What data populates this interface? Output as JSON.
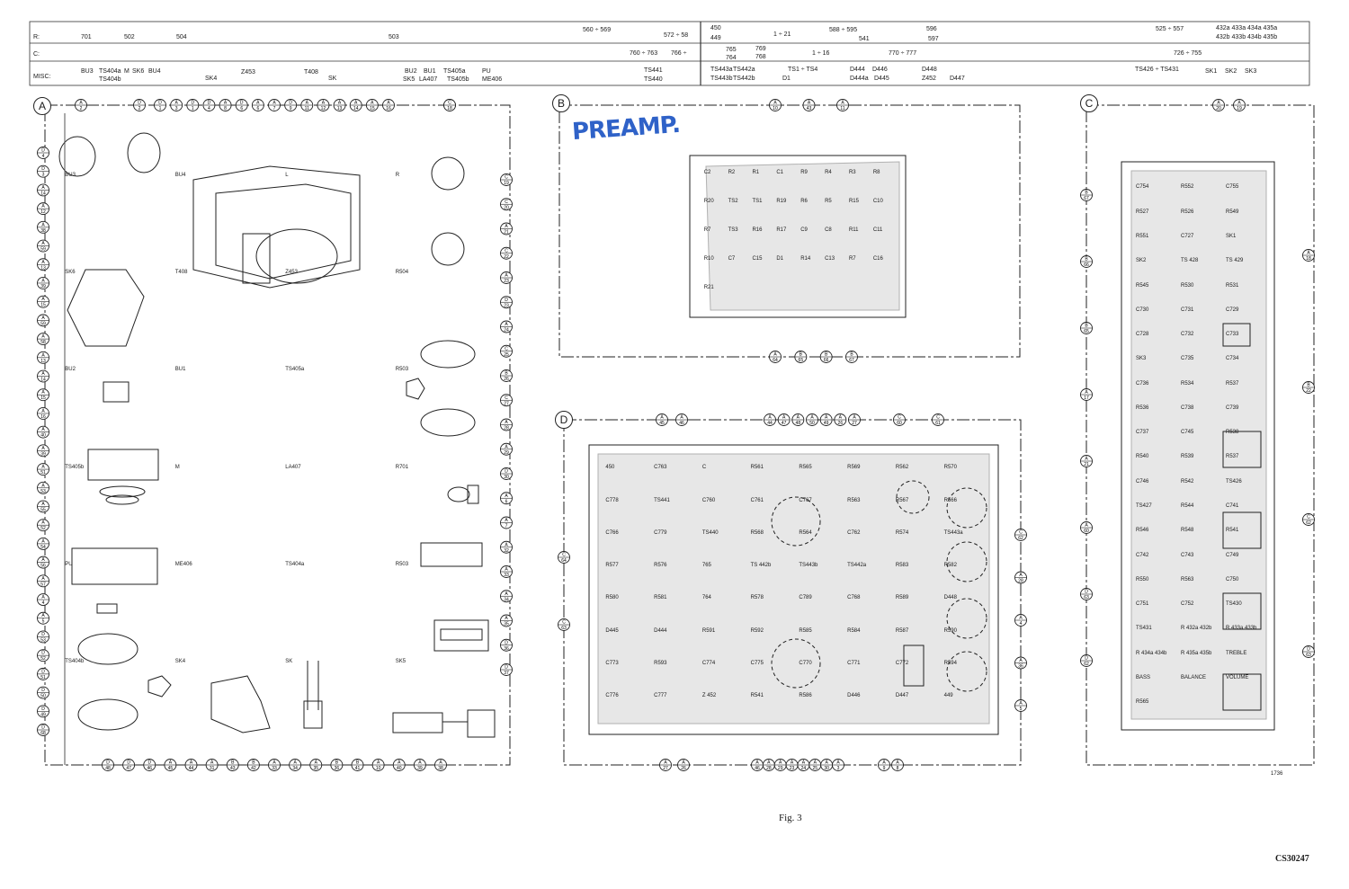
{
  "header": {
    "rows": [
      {
        "label": "R:",
        "entries": [
          "701",
          "502",
          "504",
          "503",
          "560 ÷ 569",
          "572 ÷ 58",
          "450",
          "449",
          "1 ÷ 21",
          "588 ÷ 595",
          "541",
          "596",
          "597",
          "525 ÷ 557",
          "432a 433a 434a 435a",
          "432b 433b 434b 435b"
        ]
      },
      {
        "label": "C:",
        "entries": [
          "760 ÷ 763",
          "766 ÷",
          "765",
          "764",
          "769",
          "768",
          "1 ÷ 16",
          "770 ÷ 777",
          "726 ÷ 755"
        ]
      },
      {
        "label": "MISC:",
        "entries": [
          "BU3",
          "TS404a",
          "M",
          "SK6",
          "BU4",
          "TS404b",
          "SK4",
          "Z453",
          "T408",
          "SK",
          "BU2",
          "BU1",
          "TS405a",
          "PU",
          "SK5",
          "LA407",
          "TS405b",
          "ME406",
          "TS441",
          "TS440",
          "TS443a",
          "TS442a",
          "TS443b",
          "TS442b",
          "TS1 ÷ TS4",
          "D1",
          "D444",
          "D446",
          "D444a",
          "D445",
          "D448",
          "Z452",
          "D447",
          "TS426 ÷ TS431",
          "SK1",
          "SK2",
          "SK3"
        ]
      }
    ]
  },
  "panels": {
    "A": {
      "letter": "A",
      "components": [
        "BU3",
        "BU4",
        "L",
        "R",
        "SK6",
        "T408",
        "Z453",
        "R504",
        "BU2",
        "BU1",
        "TS405a",
        "R503",
        "TS405b",
        "M",
        "LA407",
        "R701",
        "PU",
        "ME406",
        "TS404a",
        "R503",
        "TS404b",
        "SK4",
        "SK",
        "SK5"
      ]
    },
    "B": {
      "letter": "B",
      "title": "PREAMP.",
      "components": [
        "C2",
        "R2",
        "R1",
        "C1",
        "R9",
        "R4",
        "R3",
        "R8",
        "R20",
        "TS2",
        "TS1",
        "R19",
        "R6",
        "R5",
        "R15",
        "C10",
        "R7",
        "TS3",
        "R16",
        "R17",
        "C9",
        "C8",
        "R11",
        "C11",
        "R10",
        "C7",
        "C15",
        "D1",
        "R14",
        "C13",
        "R7",
        "C16",
        "R21"
      ]
    },
    "C": {
      "letter": "C",
      "components": [
        "C754",
        "R552",
        "C755",
        "R527",
        "R526",
        "R549",
        "R551",
        "C727",
        "SK1",
        "SK2",
        "TS 428",
        "TS 429",
        "R545",
        "R530",
        "R531",
        "C730",
        "C731",
        "C729",
        "C728",
        "C732",
        "C733",
        "SK3",
        "C735",
        "C734",
        "C736",
        "R534",
        "R537",
        "R536",
        "C738",
        "C739",
        "C737",
        "C745",
        "R538",
        "R540",
        "R539",
        "R537",
        "C746",
        "R542",
        "TS426",
        "TS427",
        "R544",
        "C741",
        "R546",
        "R548",
        "R541",
        "C742",
        "C743",
        "C749",
        "R550",
        "R563",
        "C750",
        "C751",
        "C752",
        "TS430",
        "TS431",
        "R 432a 432b",
        "R 433a 433b",
        "R 434a 434b",
        "R 435a 435b",
        "TREBLE",
        "BASS",
        "BALANCE",
        "VOLUME",
        "R565"
      ]
    },
    "D": {
      "letter": "D",
      "components": [
        "450",
        "C763",
        "C",
        "R561",
        "R565",
        "R569",
        "R562",
        "R570",
        "C778",
        "TS441",
        "C760",
        "C761",
        "C767",
        "R563",
        "R567",
        "R566",
        "C766",
        "C779",
        "TS440",
        "R568",
        "R564",
        "C762",
        "R574",
        "TS443a",
        "R577",
        "R576",
        "765",
        "TS 442b",
        "TS443b",
        "TS442a",
        "R583",
        "R582",
        "R580",
        "R581",
        "764",
        "R578",
        "C789",
        "C768",
        "R589",
        "D448",
        "D445",
        "D444",
        "R591",
        "R592",
        "R585",
        "R584",
        "R587",
        "R590",
        "C773",
        "R593",
        "C774",
        "C775",
        "C770",
        "C771",
        "C772",
        "R594",
        "C776",
        "C777",
        "Z 452",
        "R541",
        "R586",
        "D446",
        "D447",
        "449"
      ]
    }
  },
  "connectors": {
    "a_top": [
      "A 2",
      "D 2",
      "D 1",
      "A 3",
      "D 1",
      "D 4",
      "A 8",
      "D 6",
      "A 6",
      "A 7",
      "D 9",
      "A 11",
      "A 12",
      "A 13",
      "A 14",
      "A 15",
      "A 16"
    ],
    "a_left": [
      "D 4",
      "D 3",
      "A 14",
      "A 12",
      "A 38",
      "A 59",
      "A 13",
      "A 39",
      "A 15",
      "A 59",
      "A 58",
      "A 13",
      "A 14",
      "A 15",
      "A 16",
      "A 40",
      "A 39",
      "A 51",
      "A 53",
      "A 55",
      "A 52",
      "A 54",
      "A 56",
      "A 57",
      "A 4",
      "A 5",
      "D 53",
      "D 52",
      "D 51",
      "D 50",
      "D 49",
      "D 68"
    ],
    "a_mid": [
      "D 5",
      "C 18",
      "C 19",
      "C 20",
      "A 21",
      "C 22",
      "A 23",
      "D 23",
      "A 24",
      "C 25",
      "B 26",
      "C 27",
      "A 28",
      "A 29",
      "D 30",
      "A 6",
      "A 7",
      "A 32",
      "A 33",
      "A 34",
      "A 35",
      "D 36",
      "D 37"
    ],
    "a_bottom": [
      "D 48",
      "D 47",
      "D 46",
      "A 45",
      "A 44",
      "A 31",
      "B 43",
      "B 42",
      "A 33",
      "A 34",
      "A 35",
      "B 36",
      "B 41",
      "A 10",
      "A 40",
      "A 39",
      "A 38"
    ],
    "b_top": [
      "A 10",
      "A 43",
      "A 11"
    ],
    "b_bottom": [
      "A 64",
      "B 65",
      "B 66",
      "B 67"
    ],
    "c_top": [
      "A 20",
      "A 19"
    ],
    "c_left": [
      "B 67",
      "B 66",
      "B 65",
      "A 17",
      "A 21",
      "A 60",
      "D 63",
      "D 62"
    ],
    "c_right": [
      "A 18",
      "B 22",
      "C 62",
      "D 63"
    ],
    "d_top": [
      "A 45",
      "A 46",
      "A 44",
      "A 47",
      "A 48",
      "A 50",
      "A 49",
      "A 26",
      "A 27",
      "C 60",
      "C 61"
    ],
    "d_left": [
      "C 64",
      "C 63"
    ],
    "d_right": [
      "C 62",
      "A 28",
      "A 4",
      "A 36",
      "A 5"
    ],
    "d_bottom": [
      "A 27",
      "A 26",
      "A 46",
      "A 28",
      "A 29",
      "A 23",
      "A 24",
      "A 25",
      "A 30",
      "A 3",
      "A 9",
      "A 8"
    ]
  },
  "footer": {
    "figure": "Fig. 3",
    "doc_id": "CS30247",
    "page_mark": "1736"
  }
}
